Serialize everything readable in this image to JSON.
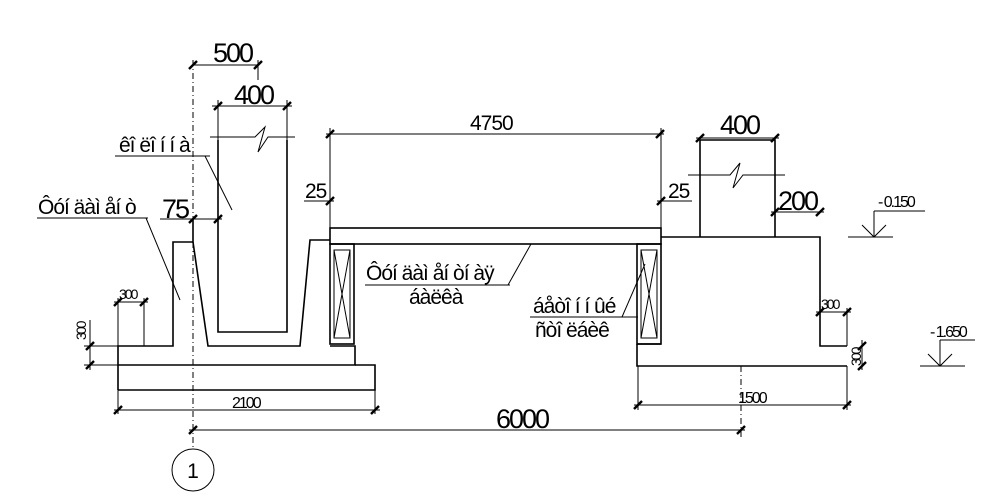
{
  "dimensions": {
    "d500": "500",
    "d400_left": "400",
    "d4750": "4750",
    "d400_right": "400",
    "d25_left": "25",
    "d25_right": "25",
    "d75": "75",
    "d200": "200",
    "d300_top_left": "300",
    "d300_side_left": "300",
    "d2100": "2100",
    "d6000": "6000",
    "d1500": "1500",
    "d300_top_right": "300",
    "d300_side_right": "300"
  },
  "levels": {
    "upper": "- 0.150",
    "lower": "- 1.650"
  },
  "labels": {
    "wall_label": "êî ëî í í à",
    "foundation_left": "Ôóí äàì åí ò",
    "beam_line1": "Ôóí äàì åí òí àÿ",
    "beam_line2": "áàëêà",
    "brick_line1": "áåòî í í ûé",
    "brick_line2": "ñòî ëáèê"
  },
  "axis": {
    "marker": "1"
  }
}
